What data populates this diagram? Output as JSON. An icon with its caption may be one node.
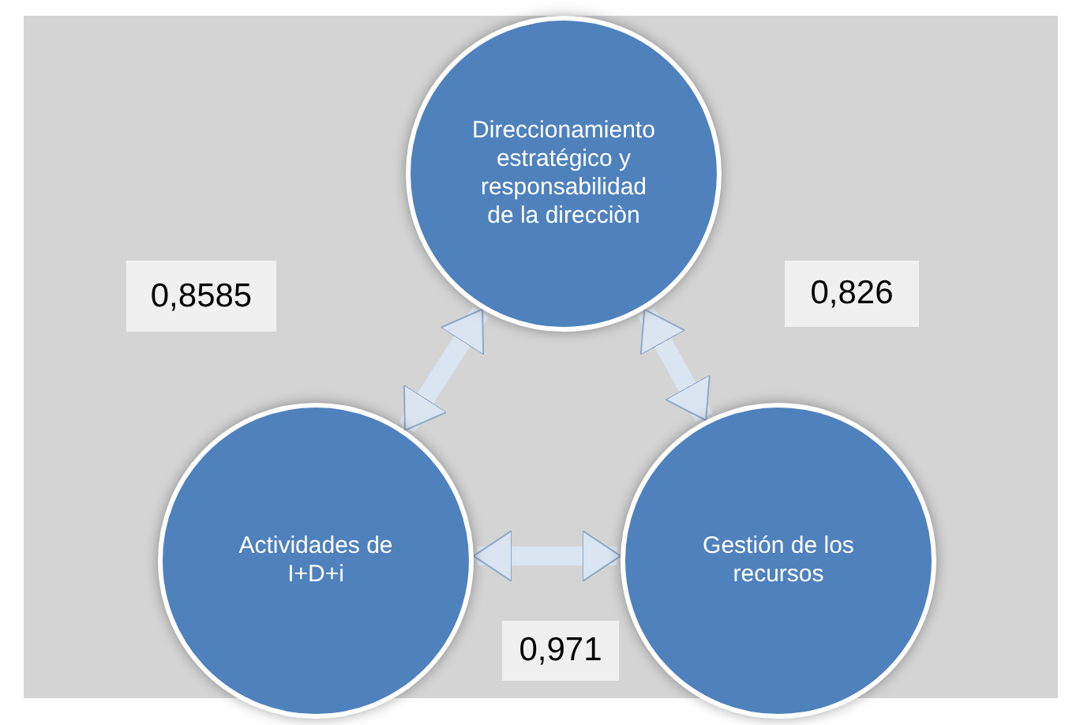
{
  "diagram": {
    "nodes": [
      {
        "text": [
          "Direccionamiento estratégico y responsabilidad de la direcciòn"
        ]
      },
      {
        "text": [
          "Actividades de I+D+i"
        ]
      },
      {
        "text": [
          "Gestión de los recursos"
        ]
      }
    ],
    "edges": [
      {
        "from": 0,
        "to": 1,
        "arrow": "both"
      },
      {
        "from": 0,
        "to": 2,
        "arrow": "both"
      },
      {
        "from": 1,
        "to": 2,
        "arrow": "both"
      }
    ],
    "labels": [
      "0,8585",
      "0,826",
      "0,971"
    ]
  }
}
